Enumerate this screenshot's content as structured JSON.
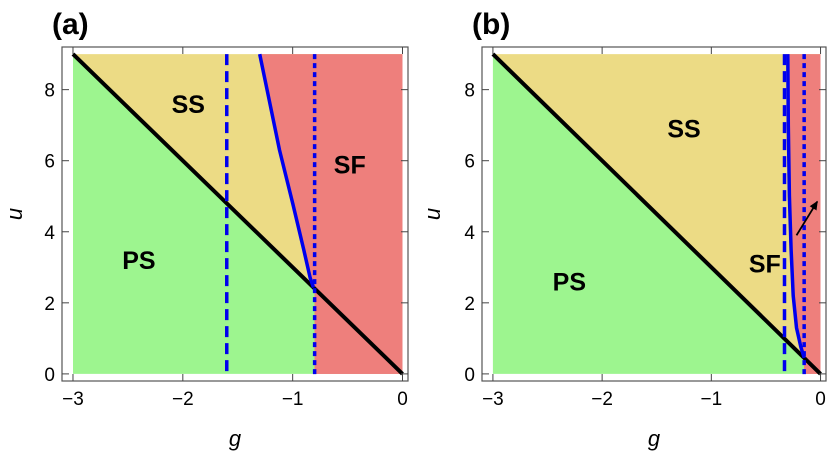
{
  "chart_data": [
    {
      "type": "area",
      "panel_label": "(a)",
      "xlabel": "g",
      "ylabel": "u",
      "xlim": [
        -3.1,
        0.05
      ],
      "ylim": [
        -0.2,
        9.2
      ],
      "x_ticks": [
        -3,
        -2,
        -1,
        0
      ],
      "x_tick_labels": [
        "−3",
        "−2",
        "−1",
        "0"
      ],
      "y_ticks": [
        0,
        2,
        4,
        6,
        8
      ],
      "y_tick_labels": [
        "0",
        "2",
        "4",
        "6",
        "8"
      ],
      "regions": [
        {
          "label": "PS",
          "color": "#9df58f",
          "label_at": [
            -2.4,
            3.2
          ]
        },
        {
          "label": "SS",
          "color": "#ecdb85",
          "label_at": [
            -1.95,
            7.6
          ]
        },
        {
          "label": "SF",
          "color": "#ee7f7c",
          "label_at": [
            -0.48,
            5.9
          ]
        }
      ],
      "boundary_line": {
        "from": [
          -3,
          9
        ],
        "to": [
          0,
          0
        ],
        "color": "#000000"
      },
      "dashed_line_x": -1.6,
      "dotted_line_x": -0.8,
      "curve_points": [
        [
          -1.3,
          9.0
        ],
        [
          -1.22,
          7.8
        ],
        [
          -1.12,
          6.3
        ],
        [
          -1.0,
          4.8
        ],
        [
          -0.9,
          3.5
        ],
        [
          -0.84,
          2.7
        ],
        [
          -0.81,
          2.43
        ]
      ],
      "sf_region_boundary": [
        [
          -1.3,
          9.0
        ],
        [
          -1.22,
          7.8
        ],
        [
          -1.12,
          6.3
        ],
        [
          -1.0,
          4.8
        ],
        [
          -0.9,
          3.5
        ],
        [
          -0.84,
          2.7
        ],
        [
          -0.81,
          2.43
        ],
        [
          -0.8,
          2.4
        ]
      ],
      "line_color": "#0000ee",
      "arrow": null
    },
    {
      "type": "area",
      "panel_label": "(b)",
      "xlabel": "g",
      "ylabel": "u",
      "xlim": [
        -3.1,
        0.05
      ],
      "ylim": [
        -0.2,
        9.2
      ],
      "x_ticks": [
        -3,
        -2,
        -1,
        0
      ],
      "x_tick_labels": [
        "−3",
        "−2",
        "−1",
        "0"
      ],
      "y_ticks": [
        0,
        2,
        4,
        6,
        8
      ],
      "y_tick_labels": [
        "0",
        "2",
        "4",
        "6",
        "8"
      ],
      "regions": [
        {
          "label": "PS",
          "color": "#9df58f",
          "label_at": [
            -2.3,
            2.6
          ]
        },
        {
          "label": "SS",
          "color": "#ecdb85",
          "label_at": [
            -1.25,
            6.9
          ]
        },
        {
          "label": "SF",
          "color": "#ee7f7c",
          "label_at": [
            -0.51,
            3.1
          ]
        }
      ],
      "boundary_line": {
        "from": [
          -3,
          9
        ],
        "to": [
          0,
          0
        ],
        "color": "#000000"
      },
      "dashed_line_x": -0.33,
      "dotted_line_x": -0.15,
      "curve_points": [
        [
          -0.3,
          9.0
        ],
        [
          -0.295,
          7.0
        ],
        [
          -0.285,
          5.0
        ],
        [
          -0.27,
          3.5
        ],
        [
          -0.25,
          2.2
        ],
        [
          -0.22,
          1.3
        ],
        [
          -0.18,
          0.75
        ],
        [
          -0.15,
          0.45
        ]
      ],
      "sf_region_boundary": [
        [
          -0.3,
          9.0
        ],
        [
          -0.295,
          7.0
        ],
        [
          -0.285,
          5.0
        ],
        [
          -0.27,
          3.5
        ],
        [
          -0.25,
          2.2
        ],
        [
          -0.22,
          1.3
        ],
        [
          -0.18,
          0.75
        ],
        [
          -0.15,
          0.45
        ]
      ],
      "line_color": "#0000ee",
      "arrow": {
        "from": [
          -0.22,
          3.9
        ],
        "to": [
          -0.03,
          4.85
        ]
      }
    }
  ]
}
